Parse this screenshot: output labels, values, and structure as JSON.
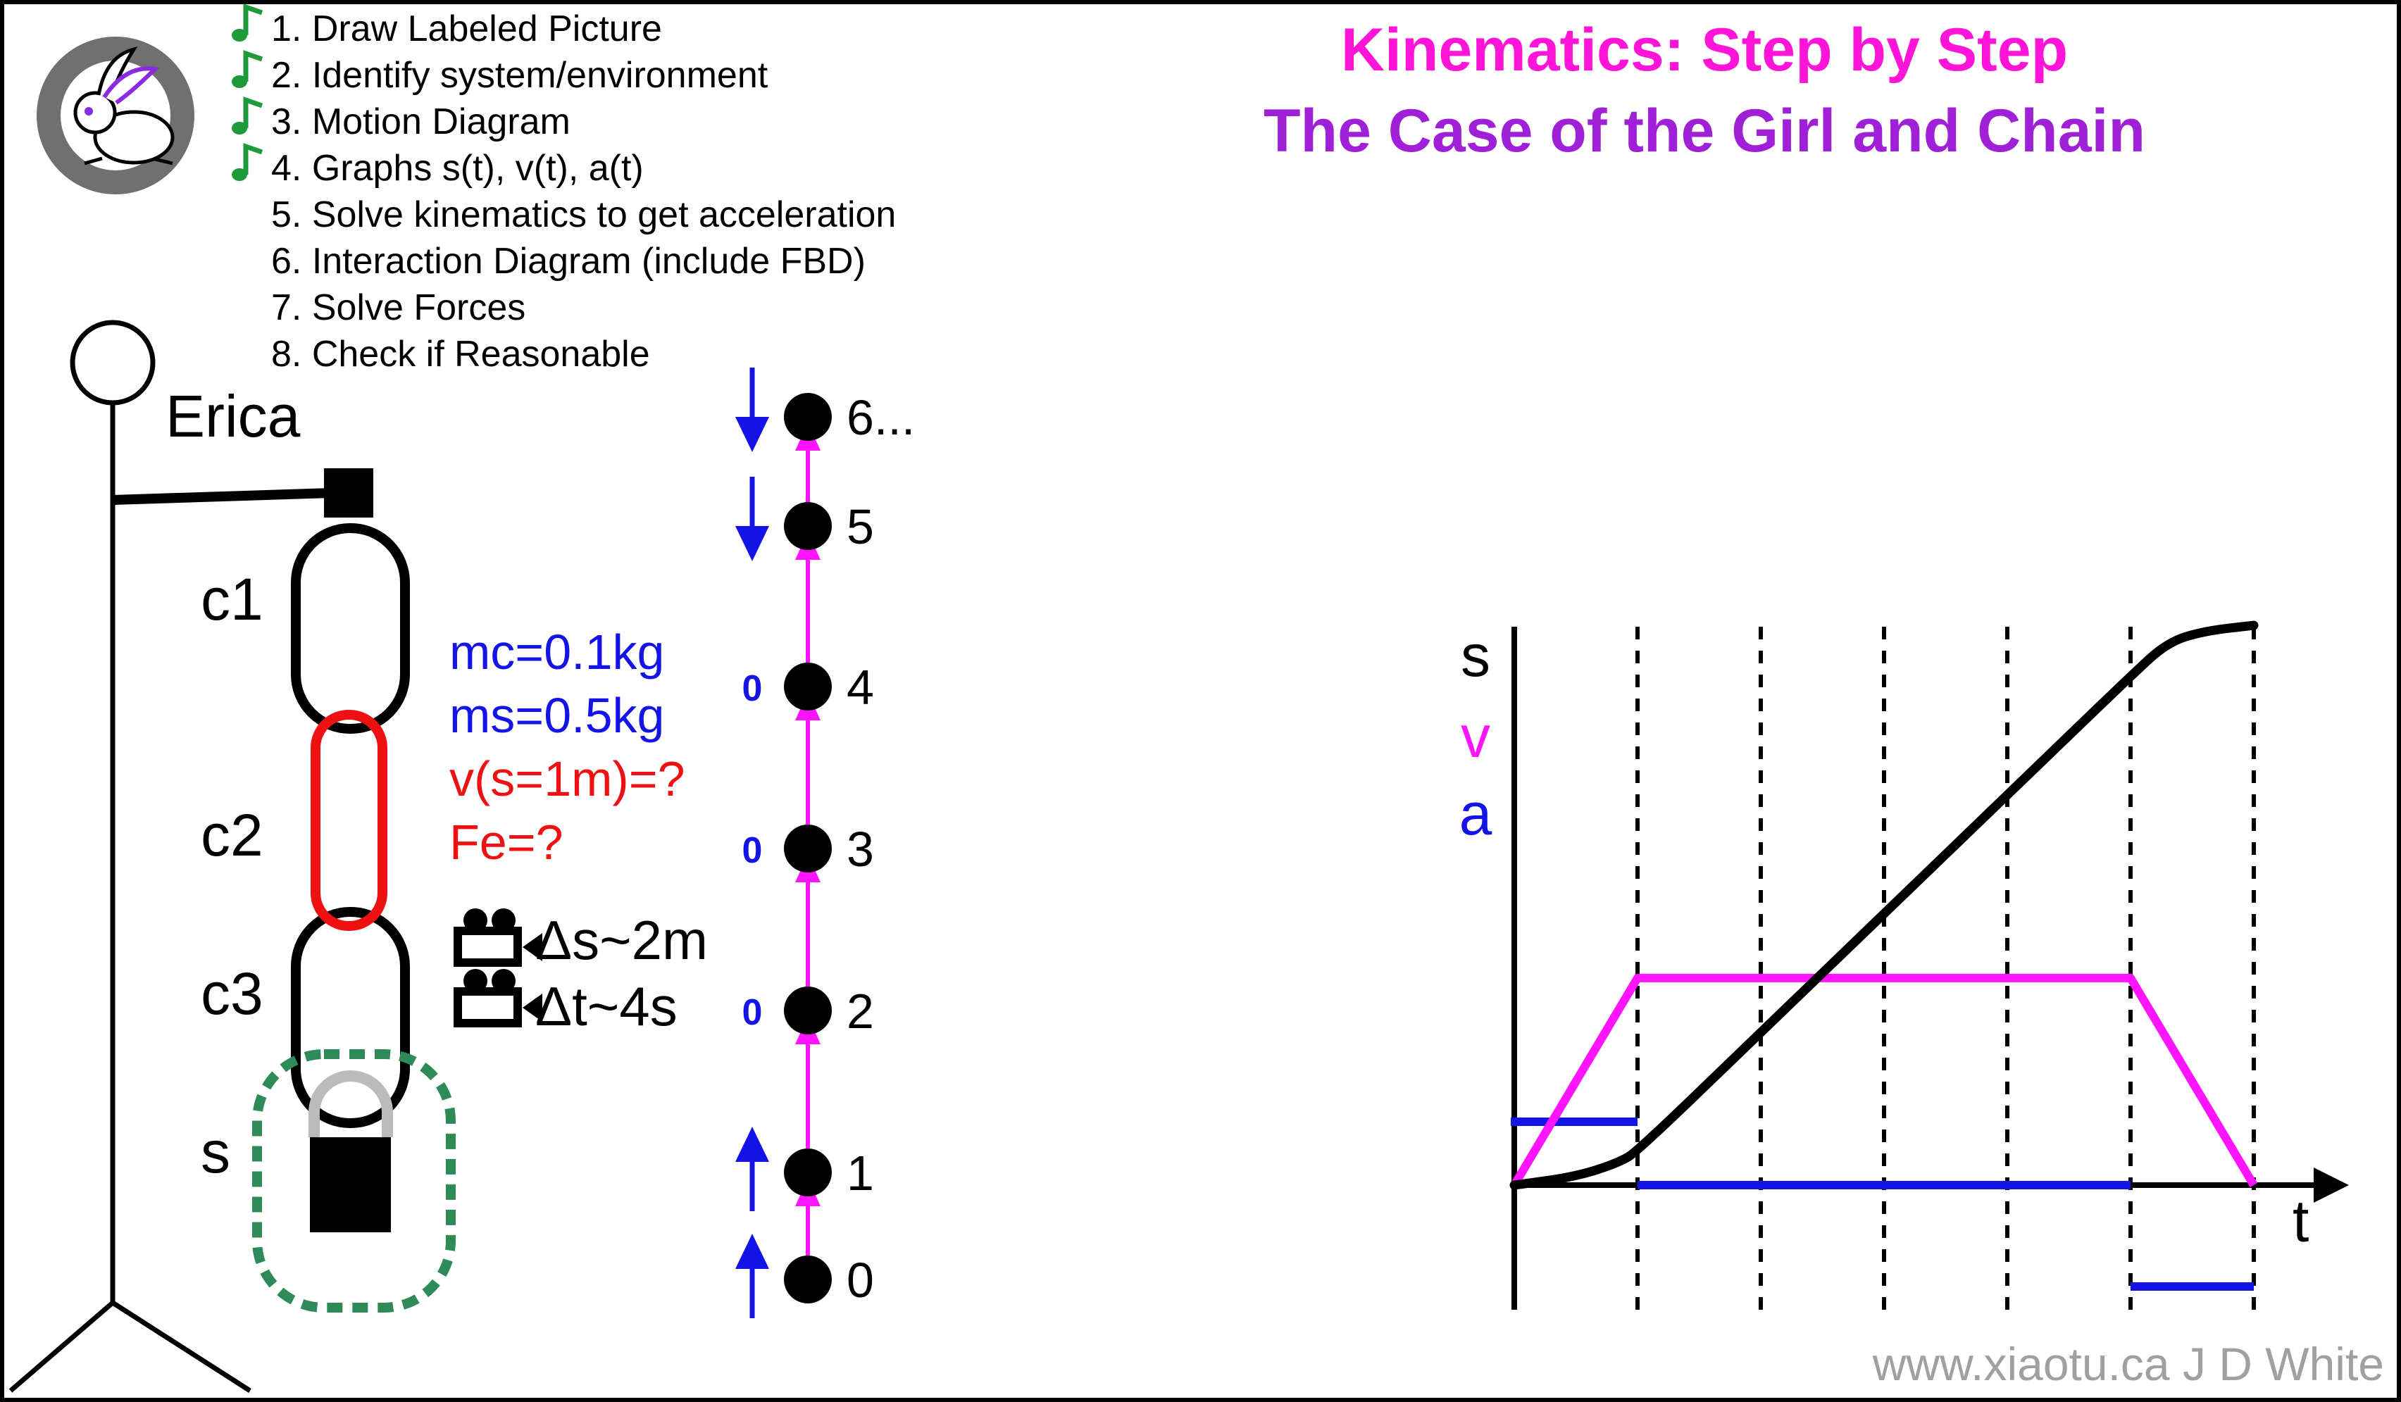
{
  "title": {
    "line1_a": "Kinematics",
    "line1_b": ": Step by Step",
    "line2": "The Case of the Girl and Chain"
  },
  "steps": [
    {
      "text": "1. Draw Labeled Picture",
      "done": true
    },
    {
      "text": "2. Identify system/environment",
      "done": true
    },
    {
      "text": "3. Motion Diagram",
      "done": true
    },
    {
      "text": "4. Graphs s(t), v(t), a(t)",
      "done": true
    },
    {
      "text": "5. Solve kinematics to get acceleration",
      "done": false
    },
    {
      "text": "6. Interaction Diagram (include FBD)",
      "done": false
    },
    {
      "text": "7. Solve Forces",
      "done": false
    },
    {
      "text": "8. Check if Reasonable",
      "done": false
    }
  ],
  "picture": {
    "person": "Erica",
    "links": [
      "c1",
      "c2",
      "c3"
    ],
    "load": "s",
    "colors": {
      "chain": "#000000",
      "target_link": "#ee1111",
      "system_box": "#2e8b57",
      "shackle": "#bbbbbb"
    }
  },
  "givens": [
    {
      "text": "mc=0.1kg",
      "color": "#1414e6"
    },
    {
      "text": "ms=0.5kg",
      "color": "#1414e6"
    },
    {
      "text": "v(s=1m)=?",
      "color": "#ee1111"
    },
    {
      "text": "Fe=?",
      "color": "#ee1111"
    }
  ],
  "estimates": [
    {
      "icon": "video-camera-icon",
      "text": "Δs~2m"
    },
    {
      "icon": "video-camera-icon",
      "text": "Δt~4s"
    }
  ],
  "motion_diagram": {
    "positions": [
      {
        "label": "0",
        "accel": "up"
      },
      {
        "label": "1",
        "accel": "up"
      },
      {
        "label": "2",
        "accel": "0"
      },
      {
        "label": "3",
        "accel": "0"
      },
      {
        "label": "4",
        "accel": "0"
      },
      {
        "label": "5",
        "accel": "down"
      },
      {
        "label": "6...",
        "accel": "down"
      }
    ],
    "zero_label": "0",
    "colors": {
      "velocity": "#ff14ff",
      "acceleration": "#1414e6",
      "dot": "#000000"
    }
  },
  "chart_data": {
    "type": "line",
    "title": "",
    "xlabel": "t",
    "ylabels": [
      "s",
      "v",
      "a"
    ],
    "grid": "vertical dashed lines at each time interval",
    "time_marks": [
      0,
      1,
      2,
      3,
      4,
      5,
      6
    ],
    "series": [
      {
        "name": "s",
        "color": "#000000",
        "x": [
          0,
          0.5,
          0.85,
          1,
          2,
          3,
          4,
          5,
          5.3,
          5.6,
          6
        ],
        "y": [
          0,
          0.15,
          0.4,
          0.6,
          2.7,
          4.8,
          6.9,
          9.0,
          9.6,
          9.8,
          9.9
        ]
      },
      {
        "name": "v",
        "color": "#ff14ff",
        "x": [
          0,
          1,
          5,
          6
        ],
        "y": [
          0,
          2.6,
          2.6,
          0
        ]
      },
      {
        "name": "a",
        "color": "#1414e6",
        "segments": [
          {
            "x": [
              0,
              1
            ],
            "y": [
              1,
              1
            ]
          },
          {
            "x": [
              1,
              5
            ],
            "y": [
              0,
              0
            ]
          },
          {
            "x": [
              5,
              6
            ],
            "y": [
              -1.6,
              -1.6
            ]
          }
        ]
      }
    ]
  },
  "credit": "www.xiaotu.ca J D White",
  "colors": {
    "title_magenta": "#ff14d8",
    "title_purple": "#a020d8",
    "check_green": "#1f9a3a",
    "credit_gray": "#a0a0a0",
    "logo_ring": "#707070"
  }
}
